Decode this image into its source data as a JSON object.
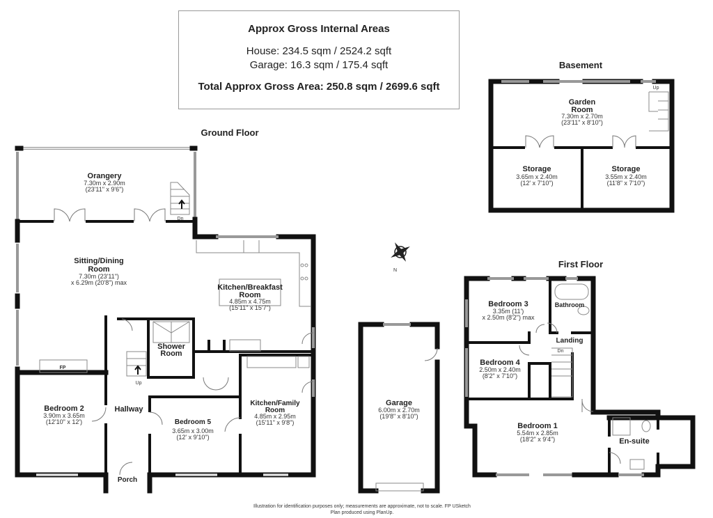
{
  "areas": {
    "title": "Approx Gross Internal Areas",
    "house": "House: 234.5 sqm / 2524.2 sqft",
    "garage": "Garage: 16.3 sqm / 175.4 sqft",
    "total": "Total Approx Gross Area: 250.8 sqm / 2699.6 sqft"
  },
  "floors": {
    "ground": "Ground Floor",
    "basement": "Basement",
    "first": "First Floor"
  },
  "rooms": {
    "orangery": {
      "name": "Orangery",
      "dim1": "7.30m x 2.90m",
      "dim2": "(23'11\" x 9'6\")"
    },
    "sitting": {
      "name1": "Sitting/Dining",
      "name2": "Room",
      "dim1": "7.30m (23'11\")",
      "dim2": "x 6.29m (20'8\") max"
    },
    "kitchen_breakfast": {
      "name1": "Kitchen/Breakfast",
      "name2": "Room",
      "dim1": "4.85m x 4.75m",
      "dim2": "(15'11\" x 15'7\")"
    },
    "shower": {
      "name1": "Shower",
      "name2": "Room"
    },
    "bedroom2": {
      "name": "Bedroom 2",
      "dim1": "3.90m x 3.65m",
      "dim2": "(12'10\" x 12')"
    },
    "hallway": {
      "name": "Hallway"
    },
    "bedroom5": {
      "name": "Bedroom 5",
      "dim1": "3.65m x 3.00m",
      "dim2": "(12' x 9'10\")"
    },
    "kitchen_family": {
      "name1": "Kitchen/Family",
      "name2": "Room",
      "dim1": "4.85m x 2.95m",
      "dim2": "(15'11\" x 9'8\")"
    },
    "porch": {
      "name": "Porch"
    },
    "fp": "FP",
    "garage": {
      "name": "Garage",
      "dim1": "6.00m x 2.70m",
      "dim2": "(19'8\" x 8'10\")"
    },
    "garden": {
      "name1": "Garden",
      "name2": "Room",
      "dim1": "7.30m x 2.70m",
      "dim2": "(23'11\" x 8'10\")"
    },
    "storage1": {
      "name": "Storage",
      "dim1": "3.65m x 2.40m",
      "dim2": "(12' x 7'10\")"
    },
    "storage2": {
      "name": "Storage",
      "dim1": "3.55m x 2.40m",
      "dim2": "(11'8\" x 7'10\")"
    },
    "bedroom3": {
      "name": "Bedroom 3",
      "dim1": "3.35m (11')",
      "dim2": "x 2.50m (8'2\") max"
    },
    "bathroom": {
      "name": "Bathroom"
    },
    "landing": {
      "name": "Landing"
    },
    "bedroom4": {
      "name": "Bedroom 4",
      "dim1": "2.50m x 2.40m",
      "dim2": "(8'2\" x 7'10\")"
    },
    "bedroom1": {
      "name": "Bedroom 1",
      "dim1": "5.54m x 2.85m",
      "dim2": "(18'2\" x 9'4\")"
    },
    "ensuite": {
      "name": "En-suite"
    }
  },
  "stairs": {
    "dn": "Dn",
    "up": "Up"
  },
  "compass": {
    "north": "N"
  },
  "footer": {
    "line1": "Illustration for identification purposes only; measurements are approximate, not to scale. FP USketch",
    "line2": "Plan produced using PlanUp."
  }
}
